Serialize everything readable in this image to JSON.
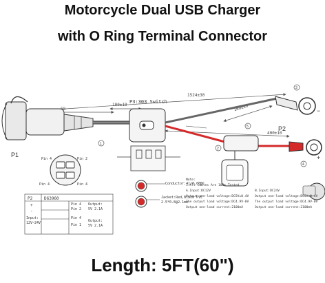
{
  "title_line1": "Motorcycle Dual USB Charger",
  "title_line2": "with O Ring Terminal Connector",
  "length_text": "Length: 5FT(60\")",
  "diagram": {
    "switch_label": "P3:303 Switch",
    "label_p1": "P1",
    "label_p2": "P2",
    "dim_overall": "1524±30",
    "dim_left": "68",
    "dim_mid": "100±10",
    "dim_right": "160±10",
    "dim_wire": "400±10",
    "plus": "+",
    "minus": "−",
    "callouts": [
      "1",
      "2",
      "3",
      "4",
      "5"
    ],
    "port_pins_top": [
      "Pin 4",
      "Pin 2"
    ],
    "port_pins_bottom": [
      "Pin 4",
      "Pin 4"
    ],
    "table": {
      "p2": "P2",
      "part": "D63960",
      "pins": [
        "Pin 4",
        "Pin 2",
        "Pin 4",
        "Pin 1"
      ],
      "left_rows": [
        "+",
        "-"
      ],
      "input_label": "Input:",
      "input_value": "12V~24V",
      "out1_label": "Output:",
      "out1_value": "5V 2.1A",
      "out2_label": "Output:",
      "out2_value": "5V 2.1A"
    },
    "wire_notes": {
      "conductor": "Conductor:41/0.08BC",
      "jacket": "Jacket:Red,Black PVC",
      "jacket2": "2.5*0.8@2.1mm"
    },
    "specs_left": [
      "Note:",
      "1.All Cables Are 100% Tested",
      "A.Input:DC12V",
      "Output one-load voltage:DC5V±0.4V",
      "The output load voltage:DC4.9V-0V",
      "Output one-load current:2100mA"
    ],
    "specs_right": [
      "B.Input:DC24V",
      "Output one-load voltage:DC5V±0.4V",
      "The output load voltage:DC4.9V-0V",
      "Output one-load current:2100mA"
    ]
  },
  "colors": {
    "wire_red": "#d42a2a",
    "line": "#333333",
    "dim": "#555555",
    "socket": "#e9e9e9"
  }
}
